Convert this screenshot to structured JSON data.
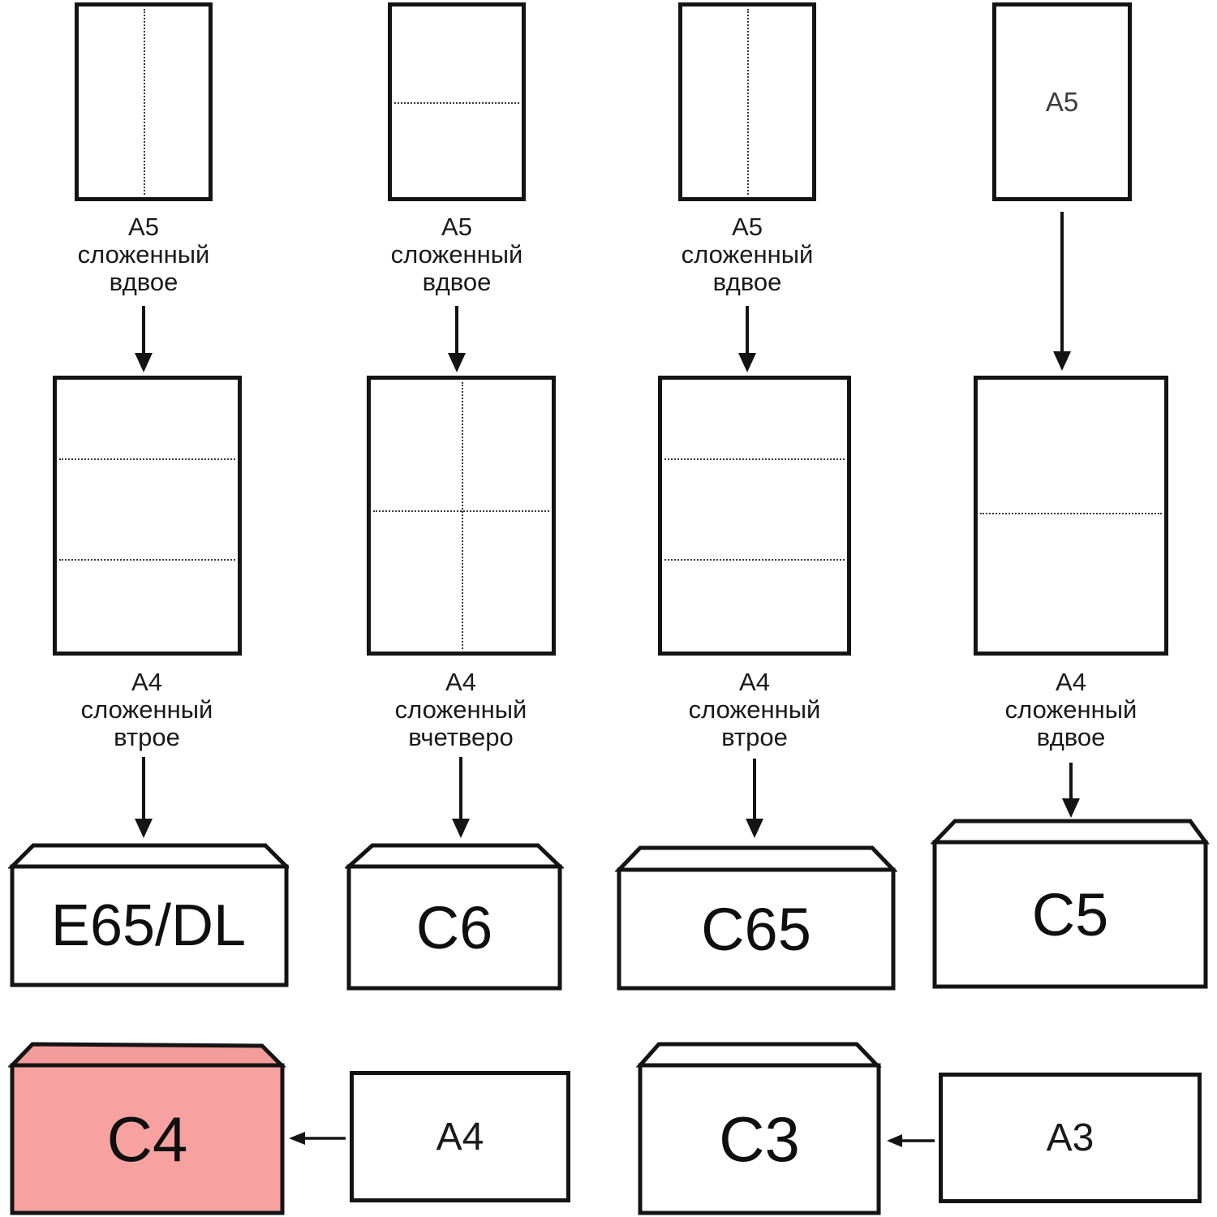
{
  "colors": {
    "line": "#141414",
    "c4_body": "#f7a2a0",
    "c4_flap": "#f49b9b"
  },
  "row1": {
    "captions": [
      "А5\nсложенный\nвдвое",
      "А5\nсложенный\nвдвое",
      "А5\nсложенный\nвдвое"
    ],
    "sheet4_label": "А5"
  },
  "row2": {
    "captions": [
      "А4\nсложенный\nвтрое",
      "А4\nсложенный\nвчетверо",
      "А4\nсложенный\nвтрое",
      "А4\nсложенный\nвдвое"
    ]
  },
  "row3": {
    "envelopes": [
      "E65/DL",
      "C6",
      "C65",
      "C5"
    ]
  },
  "row4": {
    "c4": "C4",
    "a4": "А4",
    "c3": "C3",
    "a3": "А3"
  }
}
